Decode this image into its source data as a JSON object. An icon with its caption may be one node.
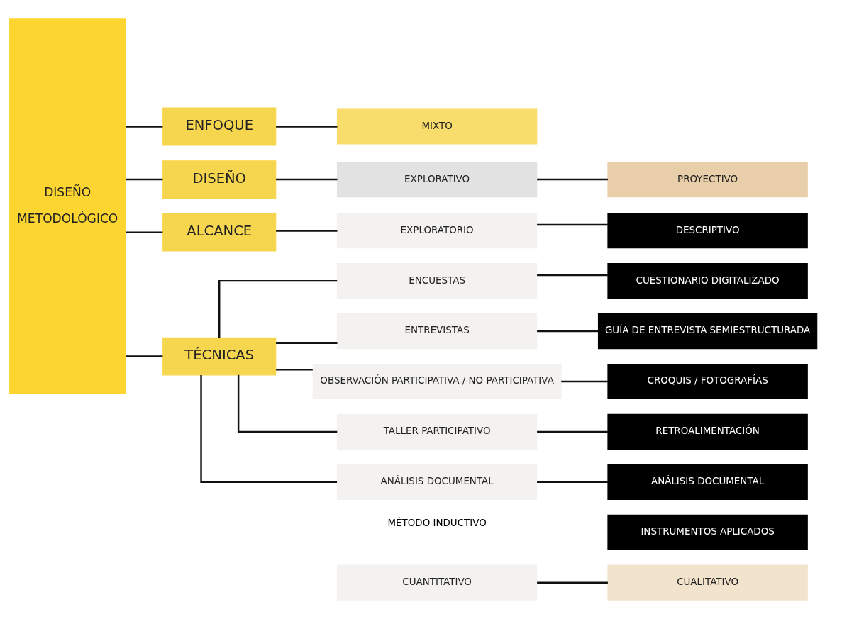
{
  "diagram": {
    "nodes": [
      {
        "text": [
          "DISEÑO METODOLÓGICO"
        ]
      },
      {
        "text": [
          "ENFOQUE"
        ]
      },
      {
        "text": [
          "DISEÑO"
        ]
      },
      {
        "text": [
          "ALCANCE"
        ]
      },
      {
        "text": [
          "TÉCNICAS"
        ]
      },
      {
        "text": [
          "MIXTO"
        ]
      },
      {
        "text": [
          "CUANTITATIVO"
        ]
      },
      {
        "text": [
          "CUALITATIVO"
        ]
      },
      {
        "text": [
          "EXPLORATIVO"
        ]
      },
      {
        "text": [
          "PROYECTIVO"
        ]
      },
      {
        "text": [
          "EXPLORATORIO"
        ]
      },
      {
        "text": [
          "DESCRIPTIVO"
        ]
      },
      {
        "text": [
          "INSTRUMENTOS APLICADOS"
        ]
      },
      {
        "text": [
          "ENCUESTAS"
        ]
      },
      {
        "text": [
          "ENTREVISTAS"
        ]
      },
      {
        "text": [
          "OBSERVACIÓN PARTICIPATIVA / NO PARTICIPATIVA"
        ]
      },
      {
        "text": [
          "TALLER PARTICIPATIVO"
        ]
      },
      {
        "text": [
          "ANÁLISIS DOCUMENTAL"
        ]
      },
      {
        "text": [
          "CUESTIONARIO DIGITALIZADO"
        ]
      },
      {
        "text": [
          "GUÍA DE ENTREVISTA SEMIESTRUCTURADA"
        ]
      },
      {
        "text": [
          "CROQUIS / FOTOGRAFÍAS"
        ]
      },
      {
        "text": [
          "RETROALIMENTACIÓN"
        ]
      },
      {
        "text": [
          "ANÁLISIS DOCUMENTAL"
        ]
      }
    ],
    "edges": [
      {
        "from": 0,
        "to": 1,
        "arrow": "none"
      },
      {
        "from": 0,
        "to": 2,
        "arrow": "none"
      },
      {
        "from": 0,
        "to": 3,
        "arrow": "none"
      },
      {
        "from": 0,
        "to": 4,
        "arrow": "none"
      },
      {
        "from": 1,
        "to": 5,
        "arrow": "none"
      },
      {
        "from": 6,
        "to": 7,
        "arrow": "none"
      },
      {
        "from": 2,
        "to": 8,
        "arrow": "none"
      },
      {
        "from": 8,
        "to": 9,
        "arrow": "none"
      },
      {
        "from": 3,
        "to": 10,
        "arrow": "none"
      },
      {
        "from": 10,
        "to": 11,
        "arrow": "none"
      },
      {
        "from": 4,
        "to": 13,
        "arrow": "none"
      },
      {
        "from": 4,
        "to": 14,
        "arrow": "none"
      },
      {
        "from": 4,
        "to": 15,
        "arrow": "none"
      },
      {
        "from": 4,
        "to": 16,
        "arrow": "none"
      },
      {
        "from": 4,
        "to": 17,
        "arrow": "none"
      },
      {
        "from": 13,
        "to": 18,
        "arrow": "none"
      },
      {
        "from": 14,
        "to": 19,
        "arrow": "none"
      },
      {
        "from": 15,
        "to": 20,
        "arrow": "none"
      },
      {
        "from": 16,
        "to": 21,
        "arrow": "none"
      },
      {
        "from": 17,
        "to": 22,
        "arrow": "none"
      }
    ],
    "labels": [
      "MÉTODO INDUCTIVO"
    ]
  }
}
